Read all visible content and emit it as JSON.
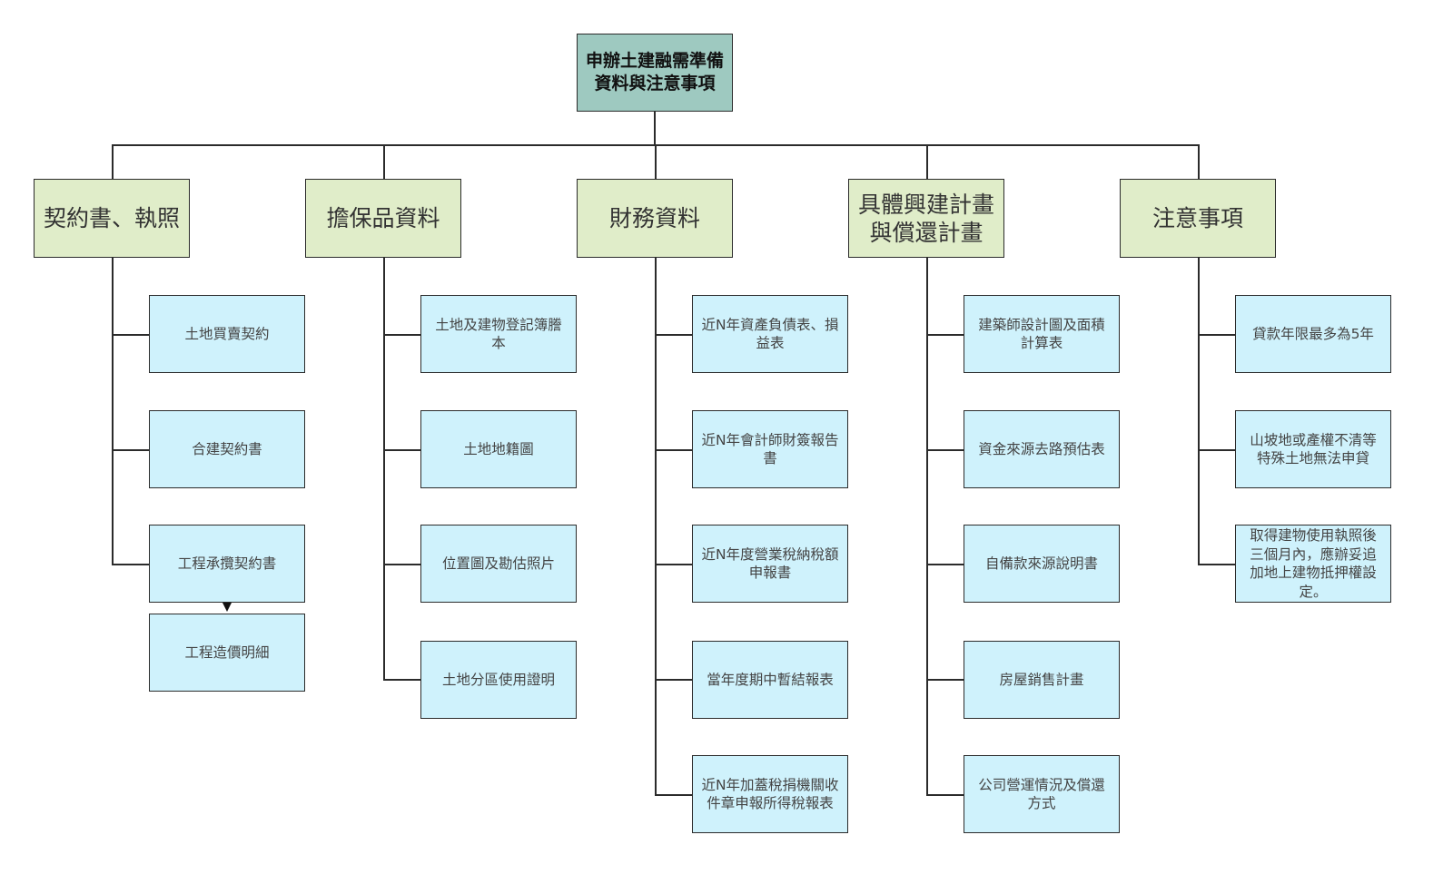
{
  "root": {
    "label": "申辦土建融需準備資料與注意事項"
  },
  "categories": [
    {
      "label": "契約書、執照",
      "items": [
        "土地買賣契約",
        "合建契約書",
        "工程承攬契約書"
      ],
      "sub_item": {
        "parent": "工程承攬契約書",
        "label": "工程造價明細"
      }
    },
    {
      "label": "擔保品資料",
      "items": [
        "土地及建物登記簿謄本",
        "土地地籍圖",
        "位置圖及勘估照片",
        "土地分區使用證明"
      ]
    },
    {
      "label": "財務資料",
      "items": [
        "近N年資產負債表、損益表",
        "近N年會計師財簽報告書",
        "近N年度營業稅納稅額申報書",
        "當年度期中暫結報表",
        "近N年加蓋稅捐機關收件章申報所得稅報表"
      ]
    },
    {
      "label": "具體興建計畫與償還計畫",
      "items": [
        "建築師設計圖及面積計算表",
        "資金來源去路預估表",
        "自備款來源說明書",
        "房屋銷售計畫",
        "公司營運情況及償還方式"
      ]
    },
    {
      "label": "注意事項",
      "items": [
        "貸款年限最多為5年",
        "山坡地或產權不清等特殊土地無法申貸",
        "取得建物使用執照後三個月內，應辦妥追加地上建物抵押權設定。"
      ]
    }
  ],
  "colors": {
    "root_fill": "#9ec9c0",
    "category_fill": "#e0edc9",
    "item_fill": "#cff2fc",
    "line": "#2b2b2b"
  }
}
